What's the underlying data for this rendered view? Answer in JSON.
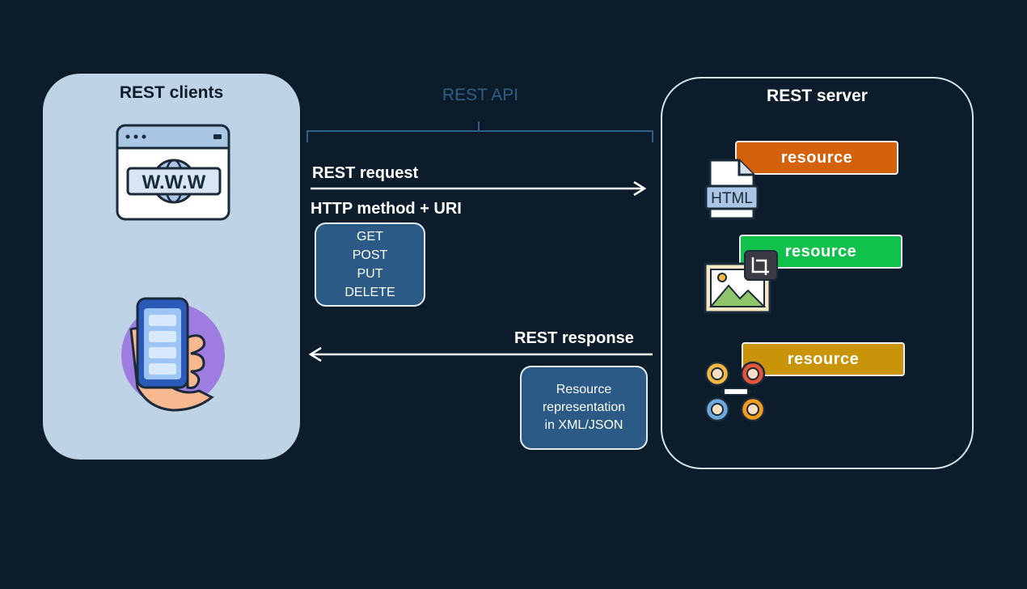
{
  "clients": {
    "title": "REST clients"
  },
  "api": {
    "label": "REST API"
  },
  "server": {
    "title": "REST server",
    "resources": [
      {
        "label": "resource",
        "color": "#d4620c",
        "icon": "html-file-icon"
      },
      {
        "label": "resource",
        "color": "#10c24b",
        "icon": "image-crop-icon"
      },
      {
        "label": "resource",
        "color": "#c9930a",
        "icon": "users-network-icon"
      }
    ]
  },
  "request": {
    "label": "REST request",
    "subtitle": "HTTP method + URI",
    "methods": [
      "GET",
      "POST",
      "PUT",
      "DELETE"
    ]
  },
  "response": {
    "label": "REST response",
    "representation": [
      "Resource",
      "representation",
      "in XML/JSON"
    ]
  },
  "icons": {
    "browser": {
      "name": "www-browser-icon",
      "text": "W.W.W"
    },
    "phone": {
      "name": "smartphone-hand-icon"
    },
    "html": {
      "text": "HTML"
    }
  },
  "colors": {
    "background": "#0c1c2a",
    "client_panel": "#bed4e6",
    "api_label": "#2f5f86",
    "box_fill": "#2a5a85"
  }
}
